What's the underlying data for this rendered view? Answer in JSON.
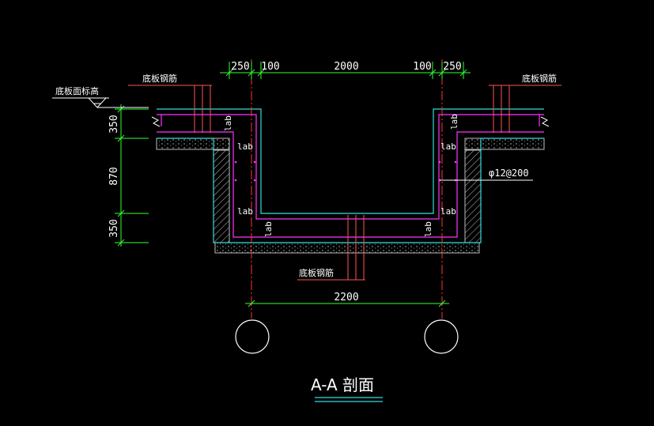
{
  "colors": {
    "background": "#000000",
    "dimension": "#33ff33",
    "outline": "#33dddd",
    "rebar": "#ff33ff",
    "axis": "#ff3333",
    "leader": "#ff5555",
    "text": "#ffffff",
    "hatch": "#bbbbbb"
  },
  "labels": {
    "top_left_rebar": "底板钢筋",
    "top_right_rebar": "底板钢筋",
    "bottom_rebar": "底板钢筋",
    "elevation_note": "底板面标高",
    "bar_spec": "φ12@200",
    "lab": "lab",
    "title": "A-A 剖面"
  },
  "dimensions": {
    "top": [
      "250",
      "100",
      "2000",
      "100",
      "250"
    ],
    "left": [
      "350",
      "870",
      "350"
    ],
    "bottom": "2200"
  }
}
